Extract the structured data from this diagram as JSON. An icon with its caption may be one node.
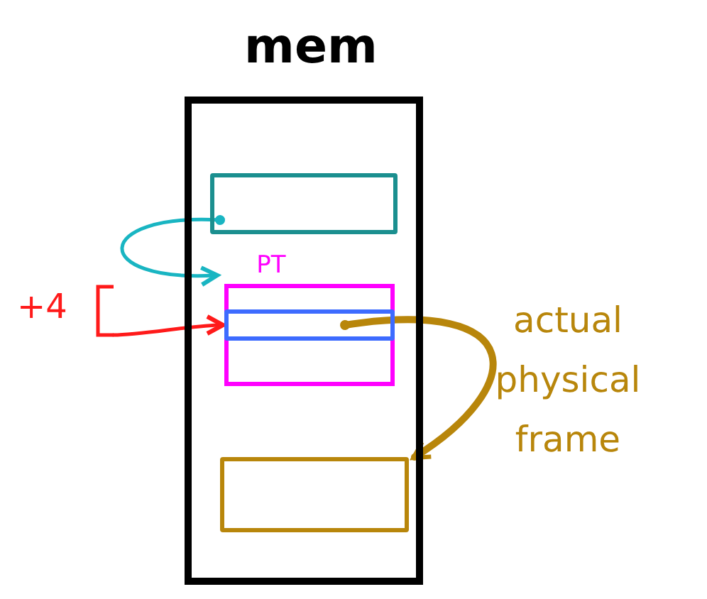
{
  "diagram": {
    "nodes": [
      {
        "text": [
          "mem"
        ]
      },
      {
        "text": [],
        "shape": "box",
        "in": 0
      },
      {
        "text": [
          "PT"
        ],
        "in": 0
      },
      {
        "text": [],
        "shape": "box",
        "in": 2
      },
      {
        "text": [],
        "shape": "box",
        "in": 0
      },
      {
        "text": [
          "+4"
        ]
      }
    ],
    "edges": [
      {
        "from": 1,
        "to": 2,
        "arrow": "to",
        "color": "#19b5c2"
      },
      {
        "from": 5,
        "to": 3,
        "arrow": "to",
        "color": "#ff1a1a"
      },
      {
        "from": 3,
        "to": 4,
        "arrow": "to",
        "style": "thick",
        "color": "#b8860b",
        "label": "actual physical frame"
      }
    ]
  }
}
